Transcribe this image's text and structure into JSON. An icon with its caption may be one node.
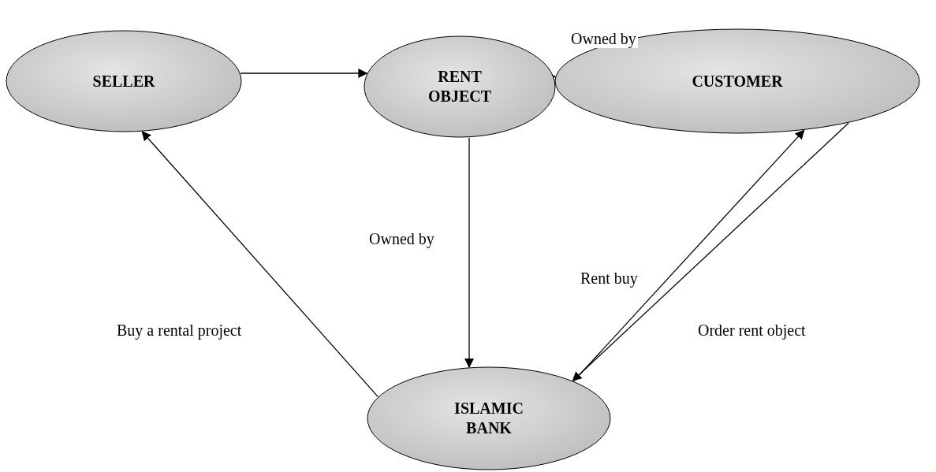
{
  "diagram": {
    "nodes": [
      {
        "text": [
          "SELLER"
        ]
      },
      {
        "text": [
          "RENT OBJECT"
        ]
      },
      {
        "text": [
          "CUSTOMER"
        ]
      },
      {
        "text": [
          "ISLAMIC BANK"
        ]
      }
    ],
    "edges": [
      {
        "from": 0,
        "to": 1,
        "arrow": "to"
      },
      {
        "from": 1,
        "to": 2,
        "arrow": "to",
        "label": "Owned by"
      },
      {
        "from": 1,
        "to": 3,
        "arrow": "to",
        "label": "Owned by"
      },
      {
        "from": 3,
        "to": 0,
        "arrow": "to",
        "label": "Buy a rental project"
      },
      {
        "from": 3,
        "to": 2,
        "arrow": "to",
        "label": "Rent buy"
      },
      {
        "from": 2,
        "to": 3,
        "arrow": "to",
        "label": "Order rent object"
      }
    ]
  }
}
